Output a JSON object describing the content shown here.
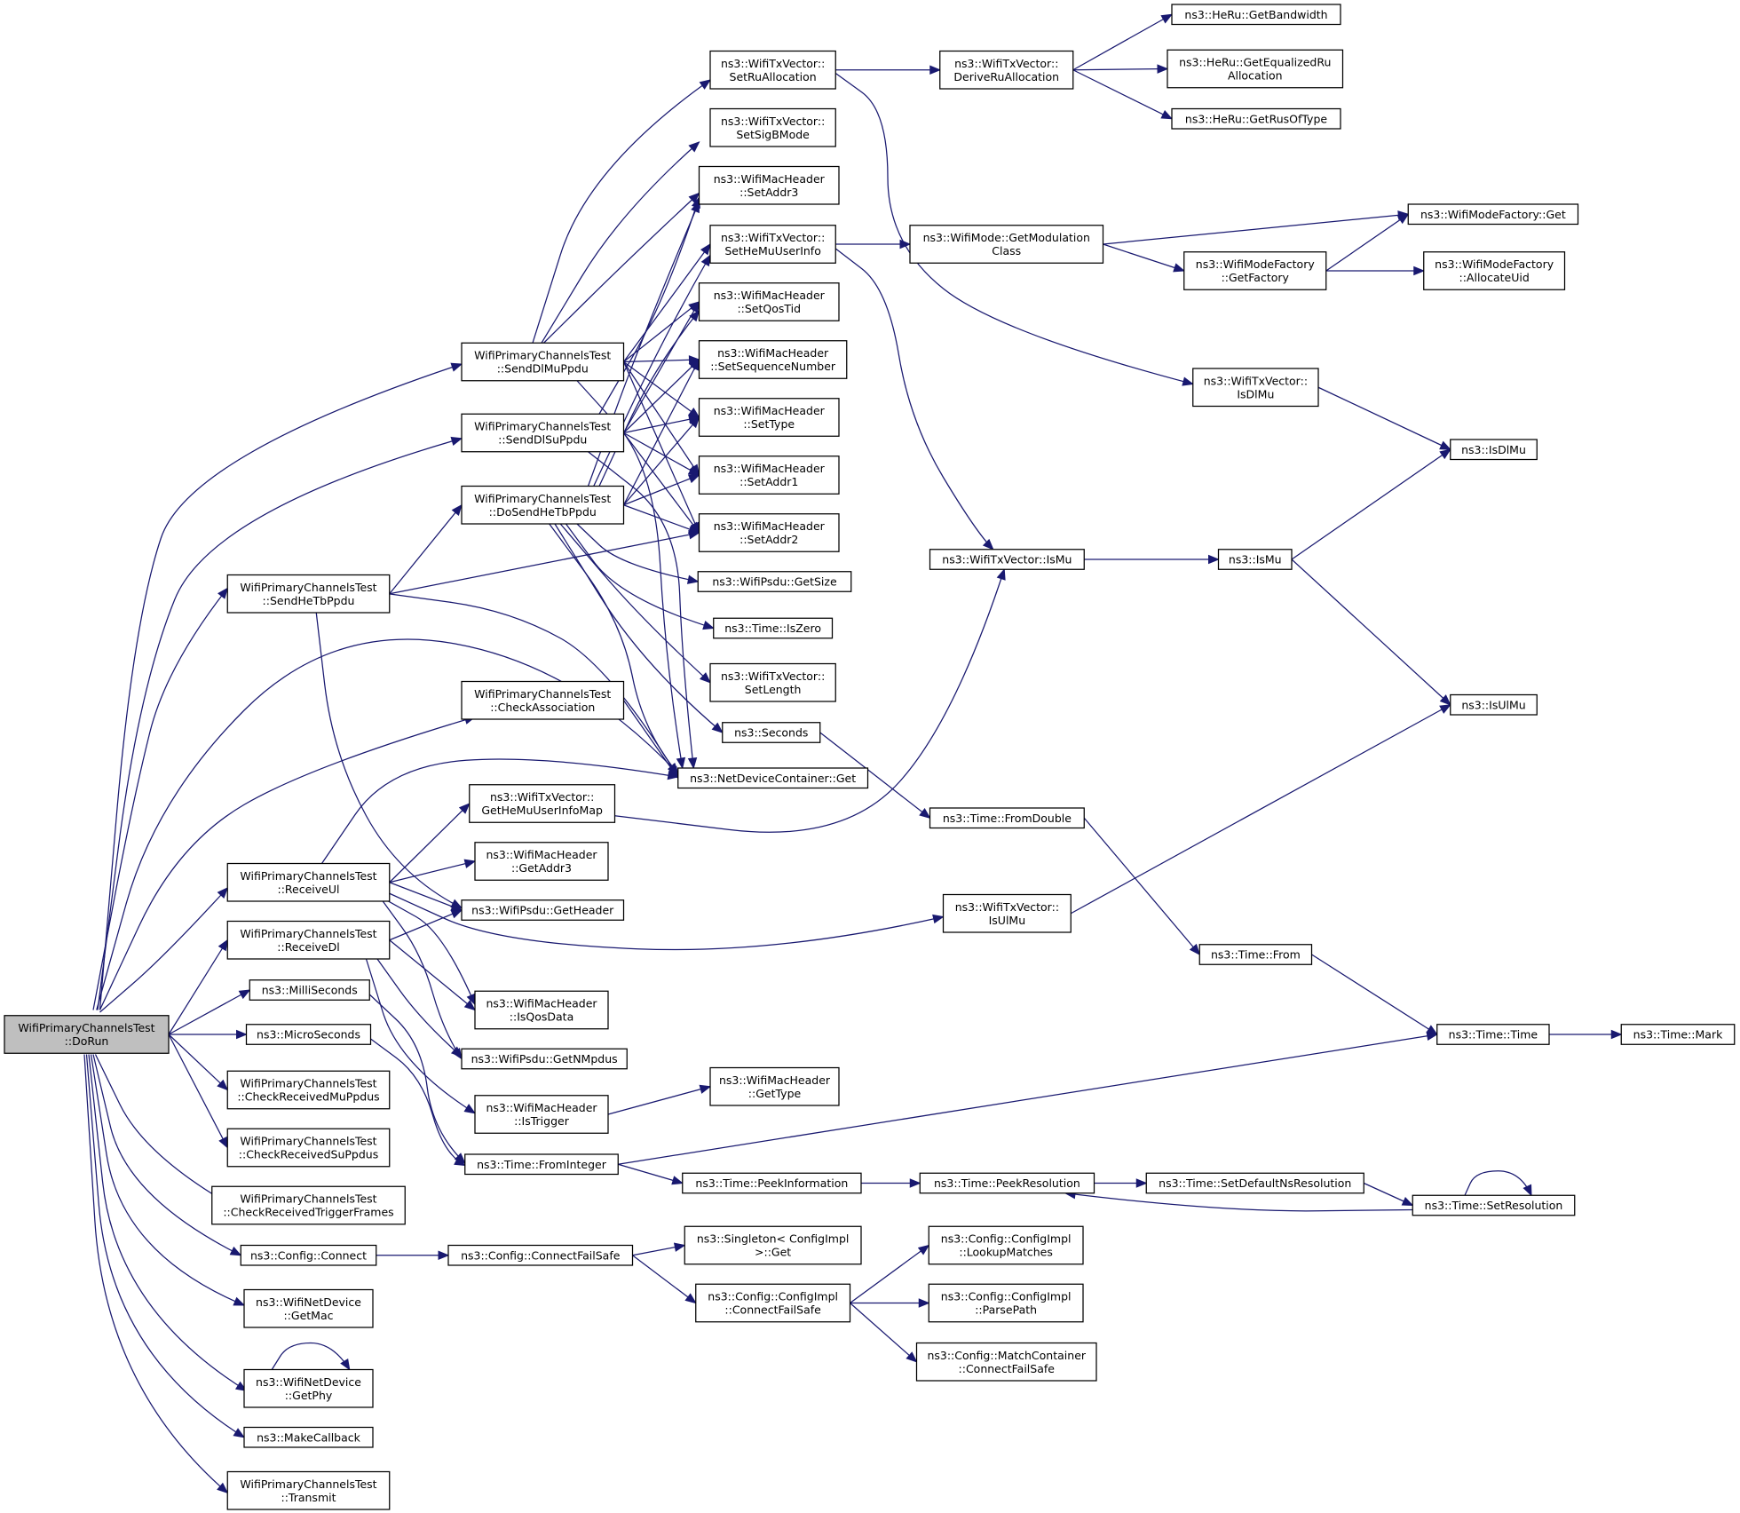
{
  "graph": {
    "nodes": [
      {
        "id": "DoRun",
        "lines": [
          "WifiPrimaryChannelsTest",
          "::DoRun"
        ],
        "root": true
      },
      {
        "id": "SendDlMuPpdu",
        "lines": [
          "WifiPrimaryChannelsTest",
          "::SendDlMuPpdu"
        ]
      },
      {
        "id": "SendDlSuPpdu",
        "lines": [
          "WifiPrimaryChannelsTest",
          "::SendDlSuPpdu"
        ]
      },
      {
        "id": "DoSendHeTbPpdu",
        "lines": [
          "WifiPrimaryChannelsTest",
          "::DoSendHeTbPpdu"
        ]
      },
      {
        "id": "SendHeTbPpdu",
        "lines": [
          "WifiPrimaryChannelsTest",
          "::SendHeTbPpdu"
        ]
      },
      {
        "id": "CheckAssociation",
        "lines": [
          "WifiPrimaryChannelsTest",
          "::CheckAssociation"
        ]
      },
      {
        "id": "ReceiveUl",
        "lines": [
          "WifiPrimaryChannelsTest",
          "::ReceiveUl"
        ]
      },
      {
        "id": "ReceiveDl",
        "lines": [
          "WifiPrimaryChannelsTest",
          "::ReceiveDl"
        ]
      },
      {
        "id": "MilliSeconds",
        "lines": [
          "ns3::MilliSeconds"
        ]
      },
      {
        "id": "MicroSeconds",
        "lines": [
          "ns3::MicroSeconds"
        ]
      },
      {
        "id": "CheckReceivedMuPpdus",
        "lines": [
          "WifiPrimaryChannelsTest",
          "::CheckReceivedMuPpdus"
        ]
      },
      {
        "id": "CheckReceivedSuPpdus",
        "lines": [
          "WifiPrimaryChannelsTest",
          "::CheckReceivedSuPpdus"
        ]
      },
      {
        "id": "CheckReceivedTriggerFrames",
        "lines": [
          "WifiPrimaryChannelsTest",
          "::CheckReceivedTriggerFrames"
        ]
      },
      {
        "id": "ConfigConnect",
        "lines": [
          "ns3::Config::Connect"
        ]
      },
      {
        "id": "GetMac",
        "lines": [
          "ns3::WifiNetDevice",
          "::GetMac"
        ]
      },
      {
        "id": "GetPhy",
        "lines": [
          "ns3::WifiNetDevice",
          "::GetPhy"
        ]
      },
      {
        "id": "MakeCallback",
        "lines": [
          "ns3::MakeCallback"
        ]
      },
      {
        "id": "Transmit",
        "lines": [
          "WifiPrimaryChannelsTest",
          "::Transmit"
        ]
      },
      {
        "id": "SetRuAllocation",
        "lines": [
          "ns3::WifiTxVector::",
          "SetRuAllocation"
        ]
      },
      {
        "id": "SetSigBMode",
        "lines": [
          "ns3::WifiTxVector::",
          "SetSigBMode"
        ]
      },
      {
        "id": "SetAddr3",
        "lines": [
          "ns3::WifiMacHeader",
          "::SetAddr3"
        ]
      },
      {
        "id": "SetHeMuUserInfo",
        "lines": [
          "ns3::WifiTxVector::",
          "SetHeMuUserInfo"
        ]
      },
      {
        "id": "SetQosTid",
        "lines": [
          "ns3::WifiMacHeader",
          "::SetQosTid"
        ]
      },
      {
        "id": "SetSequenceNumber",
        "lines": [
          "ns3::WifiMacHeader",
          "::SetSequenceNumber"
        ]
      },
      {
        "id": "SetType",
        "lines": [
          "ns3::WifiMacHeader",
          "::SetType"
        ]
      },
      {
        "id": "SetAddr1",
        "lines": [
          "ns3::WifiMacHeader",
          "::SetAddr1"
        ]
      },
      {
        "id": "SetAddr2",
        "lines": [
          "ns3::WifiMacHeader",
          "::SetAddr2"
        ]
      },
      {
        "id": "PsduGetSize",
        "lines": [
          "ns3::WifiPsdu::GetSize"
        ]
      },
      {
        "id": "TimeIsZero",
        "lines": [
          "ns3::Time::IsZero"
        ]
      },
      {
        "id": "SetLength",
        "lines": [
          "ns3::WifiTxVector::",
          "SetLength"
        ]
      },
      {
        "id": "Seconds",
        "lines": [
          "ns3::Seconds"
        ]
      },
      {
        "id": "NetDeviceContainerGet",
        "lines": [
          "ns3::NetDeviceContainer::Get"
        ]
      },
      {
        "id": "GetHeMuUserInfoMap",
        "lines": [
          "ns3::WifiTxVector::",
          "GetHeMuUserInfoMap"
        ]
      },
      {
        "id": "GetAddr3",
        "lines": [
          "ns3::WifiMacHeader",
          "::GetAddr3"
        ]
      },
      {
        "id": "GetHeader",
        "lines": [
          "ns3::WifiPsdu::GetHeader"
        ]
      },
      {
        "id": "IsQosData",
        "lines": [
          "ns3::WifiMacHeader",
          "::IsQosData"
        ]
      },
      {
        "id": "GetNMpdus",
        "lines": [
          "ns3::WifiPsdu::GetNMpdus"
        ]
      },
      {
        "id": "IsTrigger",
        "lines": [
          "ns3::WifiMacHeader",
          "::IsTrigger"
        ]
      },
      {
        "id": "GetType",
        "lines": [
          "ns3::WifiMacHeader",
          "::GetType"
        ]
      },
      {
        "id": "FromInteger",
        "lines": [
          "ns3::Time::FromInteger"
        ]
      },
      {
        "id": "PeekInformation",
        "lines": [
          "ns3::Time::PeekInformation"
        ]
      },
      {
        "id": "ConnectFailSafe",
        "lines": [
          "ns3::Config::ConnectFailSafe"
        ]
      },
      {
        "id": "SingletonGet",
        "lines": [
          "ns3::Singleton< ConfigImpl",
          " >::Get"
        ]
      },
      {
        "id": "ImplConnectFailSafe",
        "lines": [
          "ns3::Config::ConfigImpl",
          "::ConnectFailSafe"
        ]
      },
      {
        "id": "DeriveRuAllocation",
        "lines": [
          "ns3::WifiTxVector::",
          "DeriveRuAllocation"
        ]
      },
      {
        "id": "GetModulationClass",
        "lines": [
          "ns3::WifiMode::GetModulation",
          "Class"
        ]
      },
      {
        "id": "TxIsMu",
        "lines": [
          "ns3::WifiTxVector::IsMu"
        ]
      },
      {
        "id": "FromDouble",
        "lines": [
          "ns3::Time::FromDouble"
        ]
      },
      {
        "id": "TxIsUlMu",
        "lines": [
          "ns3::WifiTxVector::",
          "IsUlMu"
        ]
      },
      {
        "id": "PeekResolution",
        "lines": [
          "ns3::Time::PeekResolution"
        ]
      },
      {
        "id": "LookupMatches",
        "lines": [
          "ns3::Config::ConfigImpl",
          "::LookupMatches"
        ]
      },
      {
        "id": "ParsePath",
        "lines": [
          "ns3::Config::ConfigImpl",
          "::ParsePath"
        ]
      },
      {
        "id": "MatchContainerConnect",
        "lines": [
          "ns3::Config::MatchContainer",
          "::ConnectFailSafe"
        ]
      },
      {
        "id": "GetBandwidth",
        "lines": [
          "ns3::HeRu::GetBandwidth"
        ]
      },
      {
        "id": "GetEqualizedRuAllocation",
        "lines": [
          "ns3::HeRu::GetEqualizedRu",
          "Allocation"
        ]
      },
      {
        "id": "GetRusOfType",
        "lines": [
          "ns3::HeRu::GetRusOfType"
        ]
      },
      {
        "id": "GetFactory",
        "lines": [
          "ns3::WifiModeFactory",
          "::GetFactory"
        ]
      },
      {
        "id": "TxIsDlMu",
        "lines": [
          "ns3::WifiTxVector::",
          "IsDlMu"
        ]
      },
      {
        "id": "IsMu",
        "lines": [
          "ns3::IsMu"
        ]
      },
      {
        "id": "TimeFrom",
        "lines": [
          "ns3::Time::From"
        ]
      },
      {
        "id": "SetDefaultNsResolution",
        "lines": [
          "ns3::Time::SetDefaultNsResolution"
        ]
      },
      {
        "id": "FactoryGet",
        "lines": [
          "ns3::WifiModeFactory::Get"
        ]
      },
      {
        "id": "AllocateUid",
        "lines": [
          "ns3::WifiModeFactory",
          "::AllocateUid"
        ]
      },
      {
        "id": "IsDlMu",
        "lines": [
          "ns3::IsDlMu"
        ]
      },
      {
        "id": "IsUlMu",
        "lines": [
          "ns3::IsUlMu"
        ]
      },
      {
        "id": "TimeTime",
        "lines": [
          "ns3::Time::Time"
        ]
      },
      {
        "id": "SetResolution",
        "lines": [
          "ns3::Time::SetResolution"
        ]
      },
      {
        "id": "TimeMark",
        "lines": [
          "ns3::Time::Mark"
        ]
      }
    ],
    "edges": [
      [
        "DoRun",
        "SendDlMuPpdu"
      ],
      [
        "DoRun",
        "SendDlSuPpdu"
      ],
      [
        "DoRun",
        "SendHeTbPpdu"
      ],
      [
        "DoRun",
        "CheckAssociation"
      ],
      [
        "DoRun",
        "NetDeviceContainerGet"
      ],
      [
        "DoRun",
        "ReceiveUl"
      ],
      [
        "DoRun",
        "ReceiveDl"
      ],
      [
        "DoRun",
        "MilliSeconds"
      ],
      [
        "DoRun",
        "MicroSeconds"
      ],
      [
        "DoRun",
        "CheckReceivedMuPpdus"
      ],
      [
        "DoRun",
        "CheckReceivedSuPpdus"
      ],
      [
        "DoRun",
        "CheckReceivedTriggerFrames"
      ],
      [
        "DoRun",
        "ConfigConnect"
      ],
      [
        "DoRun",
        "GetMac"
      ],
      [
        "DoRun",
        "GetPhy"
      ],
      [
        "DoRun",
        "MakeCallback"
      ],
      [
        "DoRun",
        "Transmit"
      ],
      [
        "SendDlMuPpdu",
        "SetRuAllocation"
      ],
      [
        "SendDlMuPpdu",
        "SetSigBMode"
      ],
      [
        "SendDlMuPpdu",
        "SetAddr3"
      ],
      [
        "SendDlMuPpdu",
        "SetHeMuUserInfo"
      ],
      [
        "SendDlMuPpdu",
        "SetQosTid"
      ],
      [
        "SendDlMuPpdu",
        "SetSequenceNumber"
      ],
      [
        "SendDlMuPpdu",
        "SetType"
      ],
      [
        "SendDlMuPpdu",
        "SetAddr1"
      ],
      [
        "SendDlMuPpdu",
        "SetAddr2"
      ],
      [
        "SendDlMuPpdu",
        "NetDeviceContainerGet"
      ],
      [
        "SendDlSuPpdu",
        "SetAddr3"
      ],
      [
        "SendDlSuPpdu",
        "SetQosTid"
      ],
      [
        "SendDlSuPpdu",
        "SetSequenceNumber"
      ],
      [
        "SendDlSuPpdu",
        "SetType"
      ],
      [
        "SendDlSuPpdu",
        "SetAddr1"
      ],
      [
        "SendDlSuPpdu",
        "SetAddr2"
      ],
      [
        "SendDlSuPpdu",
        "NetDeviceContainerGet"
      ],
      [
        "DoSendHeTbPpdu",
        "SetAddr3"
      ],
      [
        "DoSendHeTbPpdu",
        "SetHeMuUserInfo"
      ],
      [
        "DoSendHeTbPpdu",
        "SetQosTid"
      ],
      [
        "DoSendHeTbPpdu",
        "SetSequenceNumber"
      ],
      [
        "DoSendHeTbPpdu",
        "SetType"
      ],
      [
        "DoSendHeTbPpdu",
        "SetAddr1"
      ],
      [
        "DoSendHeTbPpdu",
        "SetAddr2"
      ],
      [
        "DoSendHeTbPpdu",
        "PsduGetSize"
      ],
      [
        "DoSendHeTbPpdu",
        "TimeIsZero"
      ],
      [
        "DoSendHeTbPpdu",
        "SetLength"
      ],
      [
        "DoSendHeTbPpdu",
        "Seconds"
      ],
      [
        "DoSendHeTbPpdu",
        "NetDeviceContainerGet"
      ],
      [
        "SendHeTbPpdu",
        "DoSendHeTbPpdu"
      ],
      [
        "SendHeTbPpdu",
        "SetAddr2"
      ],
      [
        "SendHeTbPpdu",
        "NetDeviceContainerGet"
      ],
      [
        "SendHeTbPpdu",
        "GetHeader"
      ],
      [
        "CheckAssociation",
        "NetDeviceContainerGet"
      ],
      [
        "ReceiveUl",
        "NetDeviceContainerGet"
      ],
      [
        "ReceiveUl",
        "GetHeMuUserInfoMap"
      ],
      [
        "ReceiveUl",
        "GetAddr3"
      ],
      [
        "ReceiveUl",
        "GetHeader"
      ],
      [
        "ReceiveUl",
        "IsQosData"
      ],
      [
        "ReceiveUl",
        "GetNMpdus"
      ],
      [
        "ReceiveUl",
        "TxIsUlMu"
      ],
      [
        "ReceiveDl",
        "GetHeader"
      ],
      [
        "ReceiveDl",
        "IsQosData"
      ],
      [
        "ReceiveDl",
        "GetNMpdus"
      ],
      [
        "ReceiveDl",
        "IsTrigger"
      ],
      [
        "MilliSeconds",
        "FromInteger"
      ],
      [
        "MicroSeconds",
        "FromInteger"
      ],
      [
        "ConfigConnect",
        "ConnectFailSafe"
      ],
      [
        "GetPhy",
        "GetPhy"
      ],
      [
        "SetRuAllocation",
        "DeriveRuAllocation"
      ],
      [
        "SetRuAllocation",
        "TxIsDlMu"
      ],
      [
        "DeriveRuAllocation",
        "GetBandwidth"
      ],
      [
        "DeriveRuAllocation",
        "GetEqualizedRuAllocation"
      ],
      [
        "DeriveRuAllocation",
        "GetRusOfType"
      ],
      [
        "SetHeMuUserInfo",
        "GetModulationClass"
      ],
      [
        "SetHeMuUserInfo",
        "TxIsMu"
      ],
      [
        "GetModulationClass",
        "FactoryGet"
      ],
      [
        "GetModulationClass",
        "GetFactory"
      ],
      [
        "GetFactory",
        "FactoryGet"
      ],
      [
        "GetFactory",
        "AllocateUid"
      ],
      [
        "TxIsDlMu",
        "IsDlMu"
      ],
      [
        "TxIsMu",
        "IsMu"
      ],
      [
        "IsMu",
        "IsDlMu"
      ],
      [
        "IsMu",
        "IsUlMu"
      ],
      [
        "Seconds",
        "FromDouble"
      ],
      [
        "FromDouble",
        "TimeFrom"
      ],
      [
        "TimeFrom",
        "TimeTime"
      ],
      [
        "TimeTime",
        "TimeMark"
      ],
      [
        "GetHeMuUserInfoMap",
        "TxIsMu"
      ],
      [
        "TxIsUlMu",
        "IsUlMu"
      ],
      [
        "IsTrigger",
        "GetType"
      ],
      [
        "FromInteger",
        "TimeTime"
      ],
      [
        "FromInteger",
        "PeekInformation"
      ],
      [
        "PeekInformation",
        "PeekResolution"
      ],
      [
        "PeekResolution",
        "SetDefaultNsResolution"
      ],
      [
        "SetDefaultNsResolution",
        "SetResolution"
      ],
      [
        "SetResolution",
        "SetResolution"
      ],
      [
        "SetResolution",
        "PeekResolution"
      ],
      [
        "ConnectFailSafe",
        "SingletonGet"
      ],
      [
        "ConnectFailSafe",
        "ImplConnectFailSafe"
      ],
      [
        "ImplConnectFailSafe",
        "LookupMatches"
      ],
      [
        "ImplConnectFailSafe",
        "ParsePath"
      ],
      [
        "ImplConnectFailSafe",
        "MatchContainerConnect"
      ]
    ]
  }
}
